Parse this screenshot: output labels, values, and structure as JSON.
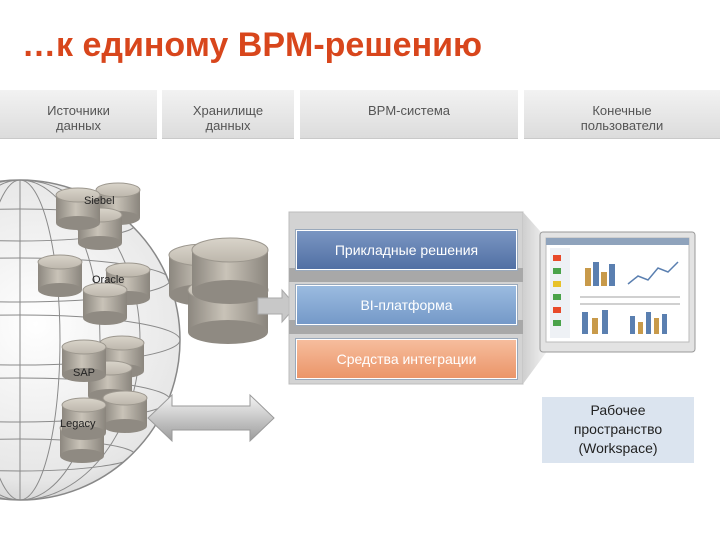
{
  "title": "…к единому BPM-решению",
  "columns": {
    "sources": [
      "Источники",
      "данных"
    ],
    "warehouse": [
      "Хранилище",
      "данных"
    ],
    "bpm": [
      "BPM-система"
    ],
    "users": [
      "Конечные",
      "пользователи"
    ]
  },
  "sources": {
    "siebel": "Siebel",
    "oracle": "Oracle",
    "sap": "SAP",
    "legacy": "Legacy"
  },
  "layers": {
    "apps": "Прикладные решения",
    "bi": "BI-платформа",
    "integration": "Средства интеграции"
  },
  "workspace": [
    "Рабочее",
    "пространство",
    "(Workspace)"
  ],
  "colors": {
    "title": "#d8461c",
    "layer_apps": "#5f7fb0",
    "layer_bi": "#7fa3cf",
    "layer_integration": "#efa07a",
    "workspace_bg": "#dbe4ef"
  }
}
